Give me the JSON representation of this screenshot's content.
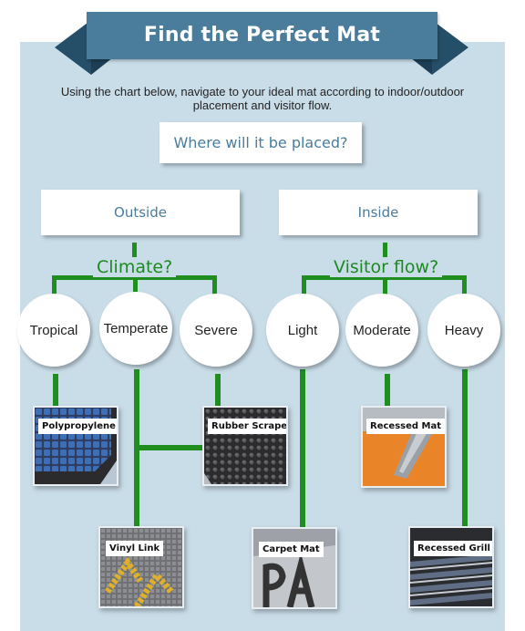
{
  "title": "Find the Perfect Mat",
  "intro": "Using the chart below, navigate to your ideal mat according to indoor/outdoor placement and visitor flow.",
  "question": "Where will it be placed?",
  "placements": {
    "outside": {
      "label": "Outside",
      "criterion": "Climate?",
      "options": [
        "Tropical",
        "Temperate",
        "Severe"
      ]
    },
    "inside": {
      "label": "Inside",
      "criterion": "Visitor flow?",
      "options": [
        "Light",
        "Moderate",
        "Heavy"
      ]
    }
  },
  "mats": {
    "polypropylene": "Polypropylene",
    "rubber_scraper": "Rubber Scraper",
    "vinyl_link": "Vinyl Link",
    "carpet_mat": "Carpet Mat",
    "recessed_mat": "Recessed Mat",
    "recessed_grill": "Recessed Grill"
  },
  "colors": {
    "banner": "#4a7c9b",
    "panel": "#c9dde9",
    "connector": "#1f8e1f",
    "question_text": "#4a7c9b"
  }
}
